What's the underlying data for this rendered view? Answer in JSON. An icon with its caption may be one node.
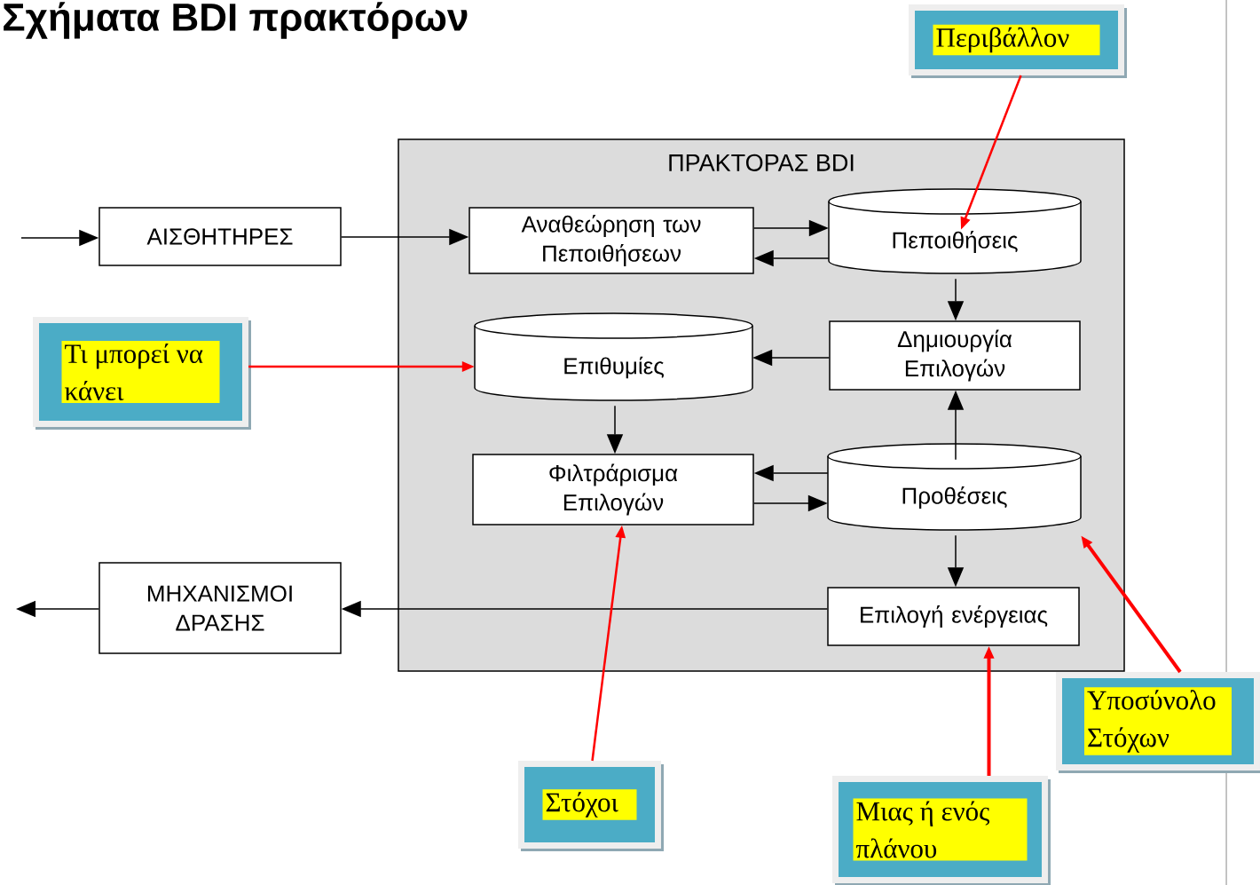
{
  "diagram": {
    "title": "Σχήματα BDI πρακτόρων",
    "nodes": [
      {
        "text": [
          "ΠΡΑΚΤΟΡΑΣ BDI"
        ]
      },
      {
        "text": [
          "ΑΙΣΘΗΤΗΡΕΣ"
        ]
      },
      {
        "text": [
          "Αναθεώρηση των Πεποιθήσεων"
        ],
        "in": 0
      },
      {
        "text": [
          "Πεποιθήσεις"
        ],
        "in": 0
      },
      {
        "text": [
          "Επιθυμίες"
        ],
        "in": 0
      },
      {
        "text": [
          "Δημιουργία Επιλογών"
        ],
        "in": 0
      },
      {
        "text": [
          "Φιλτράρισμα Επιλογών"
        ],
        "in": 0
      },
      {
        "text": [
          "Προθέσεις"
        ],
        "in": 0
      },
      {
        "text": [
          "Επιλογή ενέργειας"
        ],
        "in": 0
      },
      {
        "text": [
          "ΜΗΧΑΝΙΣΜΟΙ ΔΡΑΣΗΣ"
        ]
      },
      {
        "text": [
          "Περιβάλλον"
        ]
      },
      {
        "text": [
          "Τι μπορεί να κάνει"
        ]
      },
      {
        "text": [
          "Στόχοι"
        ]
      },
      {
        "text": [
          "Μιας ή ενός πλάνου"
        ]
      },
      {
        "text": [
          "Υποσύνολο Στόχων"
        ]
      }
    ],
    "edges": [
      {
        "from": null,
        "to": 1,
        "arrow": "to"
      },
      {
        "from": 1,
        "to": 2,
        "arrow": "to"
      },
      {
        "from": 2,
        "to": 3,
        "arrow": "to"
      },
      {
        "from": 3,
        "to": 2,
        "arrow": "to"
      },
      {
        "from": 3,
        "to": 5,
        "arrow": "to"
      },
      {
        "from": 5,
        "to": 4,
        "arrow": "to"
      },
      {
        "from": 4,
        "to": 6,
        "arrow": "to"
      },
      {
        "from": 7,
        "to": 6,
        "arrow": "to"
      },
      {
        "from": 6,
        "to": 7,
        "arrow": "to"
      },
      {
        "from": 7,
        "to": 5,
        "arrow": "to"
      },
      {
        "from": 7,
        "to": 8,
        "arrow": "to"
      },
      {
        "from": 8,
        "to": 9,
        "arrow": "to"
      },
      {
        "from": 9,
        "to": null,
        "arrow": "to"
      },
      {
        "from": 10,
        "to": 3,
        "arrow": "to",
        "color": "#ff0000"
      },
      {
        "from": 11,
        "to": 4,
        "arrow": "to",
        "color": "#ff0000"
      },
      {
        "from": 12,
        "to": 6,
        "arrow": "to",
        "color": "#ff0000"
      },
      {
        "from": 13,
        "to": 8,
        "arrow": "to",
        "color": "#ff0000",
        "style": "thick"
      },
      {
        "from": 14,
        "to": 7,
        "arrow": "to",
        "color": "#ff0000",
        "style": "thick"
      }
    ]
  }
}
